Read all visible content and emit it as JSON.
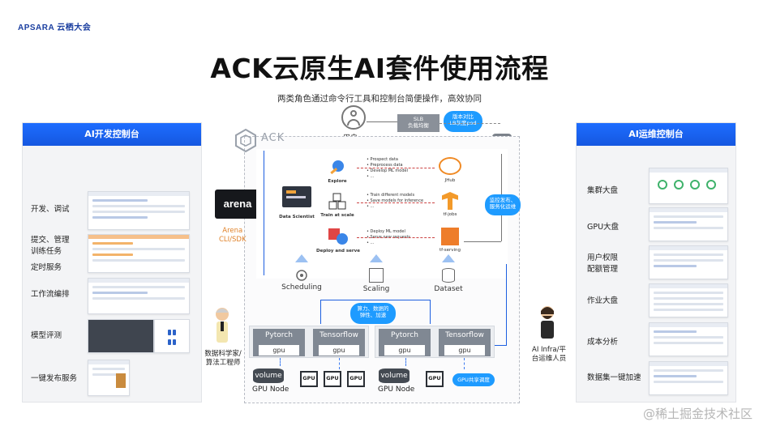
{
  "header": {
    "logo_text": "APSARA",
    "logo_cn": "云栖大会",
    "title": "ACK云原生AI套件使用流程",
    "subtitle": "两类角色通过命令行工具和控制台简便操作，高效协同"
  },
  "left_panel": {
    "title": "AI开发控制台",
    "items": [
      "开发、调试",
      "提交、管理\n训练任务",
      "定时服务",
      "工作流编排",
      "模型评测",
      "一键发布服务"
    ]
  },
  "right_panel": {
    "title": "AI运维控制台",
    "items": [
      "集群大盘",
      "GPU大盘",
      "用户权限\n配额管理",
      "作业大盘",
      "成本分析",
      "数据集一键加速"
    ]
  },
  "top": {
    "user_label": "用户",
    "slb_label": "SLB\n负载均衡",
    "cloud_canary": "版本对比\nLB灰度pod",
    "ack_label": "ACK"
  },
  "flow": {
    "role": "Data Scientist",
    "steps": [
      {
        "label": "Explore",
        "bullets": [
          "Prospect data",
          "Preprocess data",
          "Develop ML model",
          "..."
        ],
        "tool": "JHub"
      },
      {
        "label": "Train at scale",
        "bullets": [
          "Train different models",
          "Save models for inference",
          "..."
        ],
        "tool": "tf-jobs"
      },
      {
        "label": "Deploy and serve",
        "bullets": [
          "Deploy ML model",
          "Serve new requests",
          "..."
        ],
        "tool": "tf-serving"
      }
    ],
    "capabilities": [
      "Scheduling",
      "Scaling",
      "Dataset"
    ],
    "cloud_monitor": "监控发布、\n服务化运维",
    "cloud_compute": "算力、数据的\n弹性、加速"
  },
  "arena": {
    "logo_text": "arena",
    "label": "Arena\nCLI/SDK"
  },
  "people": {
    "scientist": "数据科学家/\n算法工程师",
    "infra": "AI Infra/平\n台运维人员"
  },
  "nodes": [
    {
      "frameworks": [
        "Pytorch",
        "Tensorflow"
      ],
      "gpu_tag": "gpu",
      "volume": "volume",
      "chips": [
        "GPU",
        "GPU",
        "GPU"
      ],
      "label": "GPU Node"
    },
    {
      "frameworks": [
        "Pytorch",
        "Tensorflow"
      ],
      "gpu_tag": "gpu",
      "volume": "volume",
      "chips": [
        "GPU"
      ],
      "label": "GPU Node",
      "share": "GPU共享调度"
    }
  ],
  "watermark": "@稀土掘金技术社区",
  "colors": {
    "accent": "#1e6dff",
    "cloud": "#1e9bff",
    "arena_orange": "#e0822a"
  }
}
